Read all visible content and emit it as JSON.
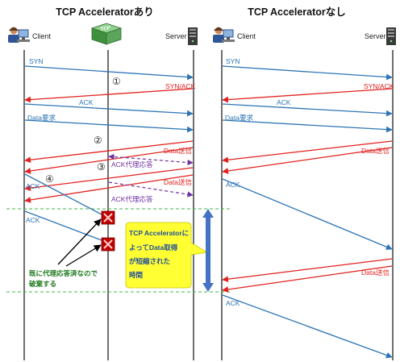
{
  "panels": [
    {
      "title": "TCP Acceleratorあり",
      "hosts": {
        "client": "Client",
        "server": "Server"
      },
      "messages": {
        "syn": "SYN",
        "synack": "SYN/ACK",
        "ack": "ACK",
        "data_req": "Data要求",
        "data_send": "Data送信",
        "ack_proxy": "ACK代理応答",
        "ack_client": "ACK"
      },
      "markers": [
        "①",
        "②",
        "③",
        "④"
      ],
      "note_lines": [
        "既に代理応答済なので",
        "破棄する"
      ],
      "callout_lines": [
        "TCP Acceleratorに",
        "よってData取得",
        "が短縮された",
        "時間"
      ]
    },
    {
      "title": "TCP Acceleratorなし",
      "hosts": {
        "client": "Client",
        "server": "Server"
      },
      "messages": {
        "syn": "SYN",
        "synack": "SYN/ACK",
        "ack": "ACK",
        "data_req": "Data要求",
        "data_send": "Data送信",
        "ack_client": "ACK"
      }
    }
  ],
  "colors": {
    "blue": "#2e75b6",
    "red": "#e0211d",
    "purple": "#7030a0",
    "green": "#3cb54a",
    "callout_fill": "#ffff33",
    "span_arrow": "#4472c4"
  },
  "icons": [
    "client-pc-icon",
    "tcp-accelerator-icon",
    "server-tower-icon",
    "drop-x-icon"
  ]
}
